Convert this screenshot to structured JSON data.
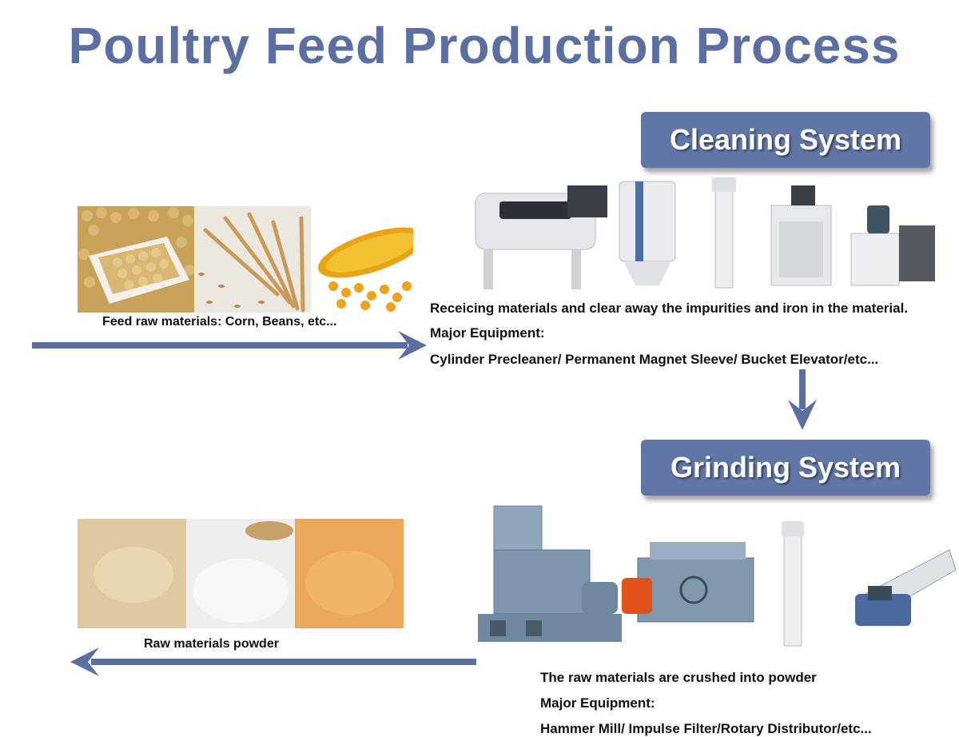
{
  "title": "Poultry Feed Production Process",
  "cleaning": {
    "heading": "Cleaning System",
    "description": "Receicing materials and clear away the impurities and iron in the material.",
    "equipment_label": "Major Equipment:",
    "equipment_list": "Cylinder Precleaner/ Permanent Magnet Sleeve/ Bucket Elevator/etc..."
  },
  "raw": {
    "caption": "Feed raw materials: Corn,  Beans, etc..."
  },
  "grinding": {
    "heading": "Grinding System",
    "description": "The raw materials are crushed into powder",
    "equipment_label": "Major Equipment:",
    "equipment_list": "Hammer Mill/ Impulse Filter/Rotary Distributor/etc..."
  },
  "powder": {
    "caption": "Raw materials powder"
  },
  "colors": {
    "title": "#5b6fa3",
    "box": "#5f76a6",
    "arrow": "#5a6f9f"
  }
}
